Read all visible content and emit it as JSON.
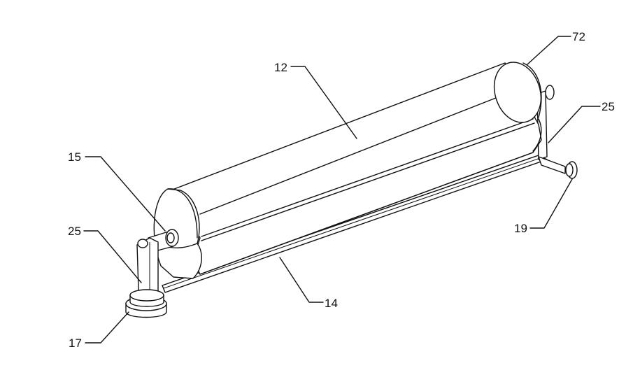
{
  "figure": {
    "labels": {
      "roller": "12",
      "rail": "14",
      "shaft": "15",
      "base_foot": "17",
      "rail_end": "19",
      "bracket_left": "25",
      "bracket_right": "25",
      "end_cap": "72"
    }
  }
}
